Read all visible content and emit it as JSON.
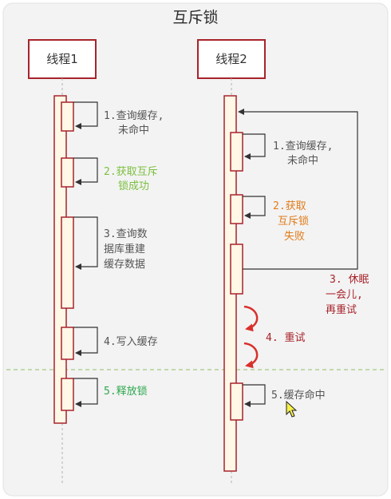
{
  "title": "互斥锁",
  "threads": [
    {
      "label": "线程1"
    },
    {
      "label": "线程2"
    }
  ],
  "thread1_steps": [
    {
      "lines": [
        "1.查询缓存,",
        "未命中"
      ],
      "color": "#555555"
    },
    {
      "lines": [
        "2.获取互斥",
        "锁成功"
      ],
      "color": "#7cbf3f"
    },
    {
      "lines": [
        "3.查询数",
        "据库重建",
        "缓存数据"
      ],
      "color": "#555555"
    },
    {
      "lines": [
        "4.写入缓存"
      ],
      "color": "#555555"
    },
    {
      "lines": [
        "5.释放锁"
      ],
      "color": "#2ea84d"
    }
  ],
  "thread2_steps": [
    {
      "lines": [
        "1.查询缓存,",
        "未命中"
      ],
      "color": "#555555"
    },
    {
      "lines": [
        "2.获取",
        "互斥锁",
        "失败"
      ],
      "color": "#e07b1a"
    },
    {
      "lines": [
        "3. 休眠",
        "一会儿,",
        "再重试"
      ],
      "color": "#a8232b"
    },
    {
      "lines": [
        "4. 重试"
      ],
      "color": "#a8232b"
    },
    {
      "lines": [
        "5.缓存命中"
      ],
      "color": "#555555"
    }
  ],
  "colors": {
    "frame_bg": "#f3f3f3",
    "lifeline_border": "#a8232b",
    "lifeline_fill": "#fff8e6",
    "retry_arrow": "#d9302b",
    "divider": "#8cbf6a"
  },
  "icons": {
    "cursor": "mouse-cursor-icon"
  }
}
